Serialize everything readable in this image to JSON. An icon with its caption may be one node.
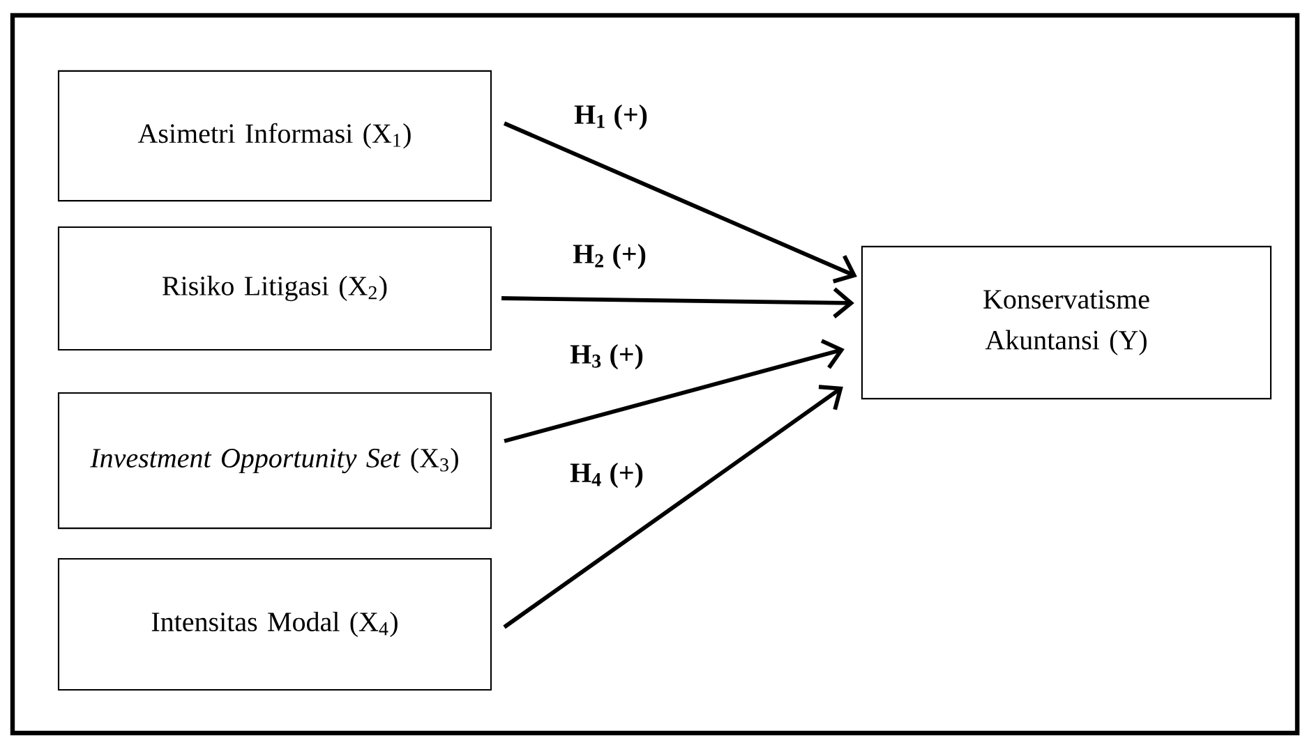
{
  "diagram": {
    "nodes": [
      {
        "text": [
          "Asimetri Informasi (X$_{1}$)"
        ]
      },
      {
        "text": [
          "Risiko Litigasi (X$_{2}$)"
        ]
      },
      {
        "text": [
          "*Investment Opportunity Set* (X$_{3}$)"
        ]
      },
      {
        "text": [
          "Intensitas Modal (X$_{4}$)"
        ]
      },
      {
        "text": [
          "Konservatisme Akuntansi (Y)"
        ]
      }
    ],
    "edges": [
      {
        "from": 0,
        "to": 4,
        "arrow": "to",
        "label": "H$_{1}$ (+)"
      },
      {
        "from": 1,
        "to": 4,
        "arrow": "to",
        "label": "H$_{2}$ (+)"
      },
      {
        "from": 2,
        "to": 4,
        "arrow": "to",
        "label": "H$_{3}$ (+)"
      },
      {
        "from": 3,
        "to": 4,
        "arrow": "to",
        "label": "H$_{4}$ (+)"
      }
    ]
  }
}
